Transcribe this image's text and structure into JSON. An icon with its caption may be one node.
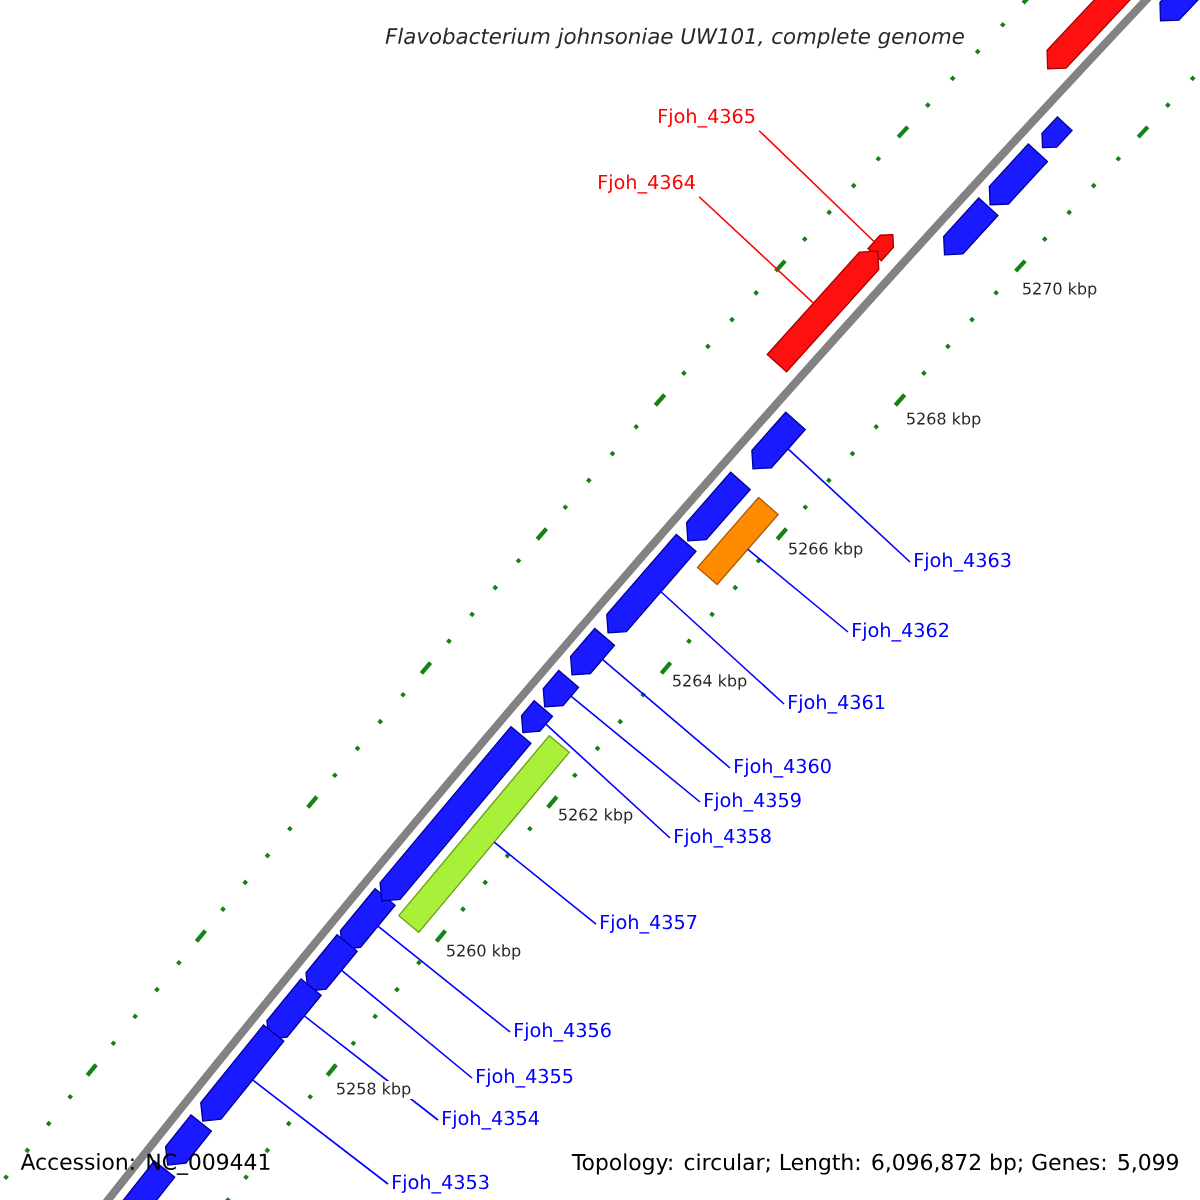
{
  "diagram": {
    "title": "Flavobacterium johnsoniae UW101, complete genome",
    "nodes": [
      {
        "text": [
          "Fjoh_4365"
        ]
      },
      {
        "text": [
          "Fjoh_4364"
        ]
      },
      {
        "text": [
          "Fjoh_4363"
        ]
      },
      {
        "text": [
          "Fjoh_4362"
        ]
      },
      {
        "text": [
          "Fjoh_4361"
        ]
      },
      {
        "text": [
          "Fjoh_4360"
        ]
      },
      {
        "text": [
          "Fjoh_4359"
        ]
      },
      {
        "text": [
          "Fjoh_4358"
        ]
      },
      {
        "text": [
          "Fjoh_4357"
        ]
      },
      {
        "text": [
          "Fjoh_4356"
        ]
      },
      {
        "text": [
          "Fjoh_4355"
        ]
      },
      {
        "text": [
          "Fjoh_4354"
        ]
      },
      {
        "text": [
          "Fjoh_4353"
        ]
      },
      {
        "text": [],
        "shape": "arrow"
      },
      {
        "text": [],
        "shape": "arrow"
      },
      {
        "text": [],
        "shape": "arrow"
      },
      {
        "text": [],
        "shape": "bar"
      },
      {
        "text": [],
        "shape": "arrow"
      },
      {
        "text": [],
        "shape": "arrow"
      },
      {
        "text": [],
        "shape": "arrow"
      },
      {
        "text": [],
        "shape": "arrow"
      },
      {
        "text": [],
        "shape": "bar"
      },
      {
        "text": [],
        "shape": "arrow"
      },
      {
        "text": [],
        "shape": "arrow"
      },
      {
        "text": [],
        "shape": "arrow"
      },
      {
        "text": [],
        "shape": "arrow"
      },
      {
        "text": [],
        "shape": "arrow"
      },
      {
        "text": [],
        "shape": "arrow"
      },
      {
        "text": [],
        "shape": "arrow"
      },
      {
        "text": [],
        "shape": "arrow"
      },
      {
        "text": [],
        "shape": "arrow"
      },
      {
        "text": [],
        "shape": "arrow"
      },
      {
        "text": [],
        "shape": "arrow"
      },
      {
        "text": [],
        "shape": "arrow"
      },
      {
        "text": [],
        "shape": "arrow"
      }
    ],
    "edges": [
      {
        "from": 0,
        "to": 13,
        "arrow": "none",
        "color": "#ff0000"
      },
      {
        "from": 1,
        "to": 14,
        "arrow": "none",
        "color": "#ff0000"
      },
      {
        "from": 2,
        "to": 15,
        "arrow": "none"
      },
      {
        "from": 3,
        "to": 16,
        "arrow": "none"
      },
      {
        "from": 4,
        "to": 17,
        "arrow": "none"
      },
      {
        "from": 5,
        "to": 18,
        "arrow": "none"
      },
      {
        "from": 6,
        "to": 19,
        "arrow": "none"
      },
      {
        "from": 7,
        "to": 20,
        "arrow": "none"
      },
      {
        "from": 8,
        "to": 21,
        "arrow": "none"
      },
      {
        "from": 9,
        "to": 22,
        "arrow": "none"
      },
      {
        "from": 10,
        "to": 23,
        "arrow": "none"
      },
      {
        "from": 11,
        "to": 24,
        "arrow": "none"
      },
      {
        "from": 12,
        "to": 25,
        "arrow": "none"
      }
    ],
    "labels": [
      "5270 kbp",
      "5268 kbp",
      "5266 kbp",
      "5264 kbp",
      "5262 kbp",
      "5260 kbp",
      "5258 kbp",
      "Accession: NC_009441",
      "Topology: circular; Length: 6,096,872 bp; Genes: 5,099"
    ]
  }
}
